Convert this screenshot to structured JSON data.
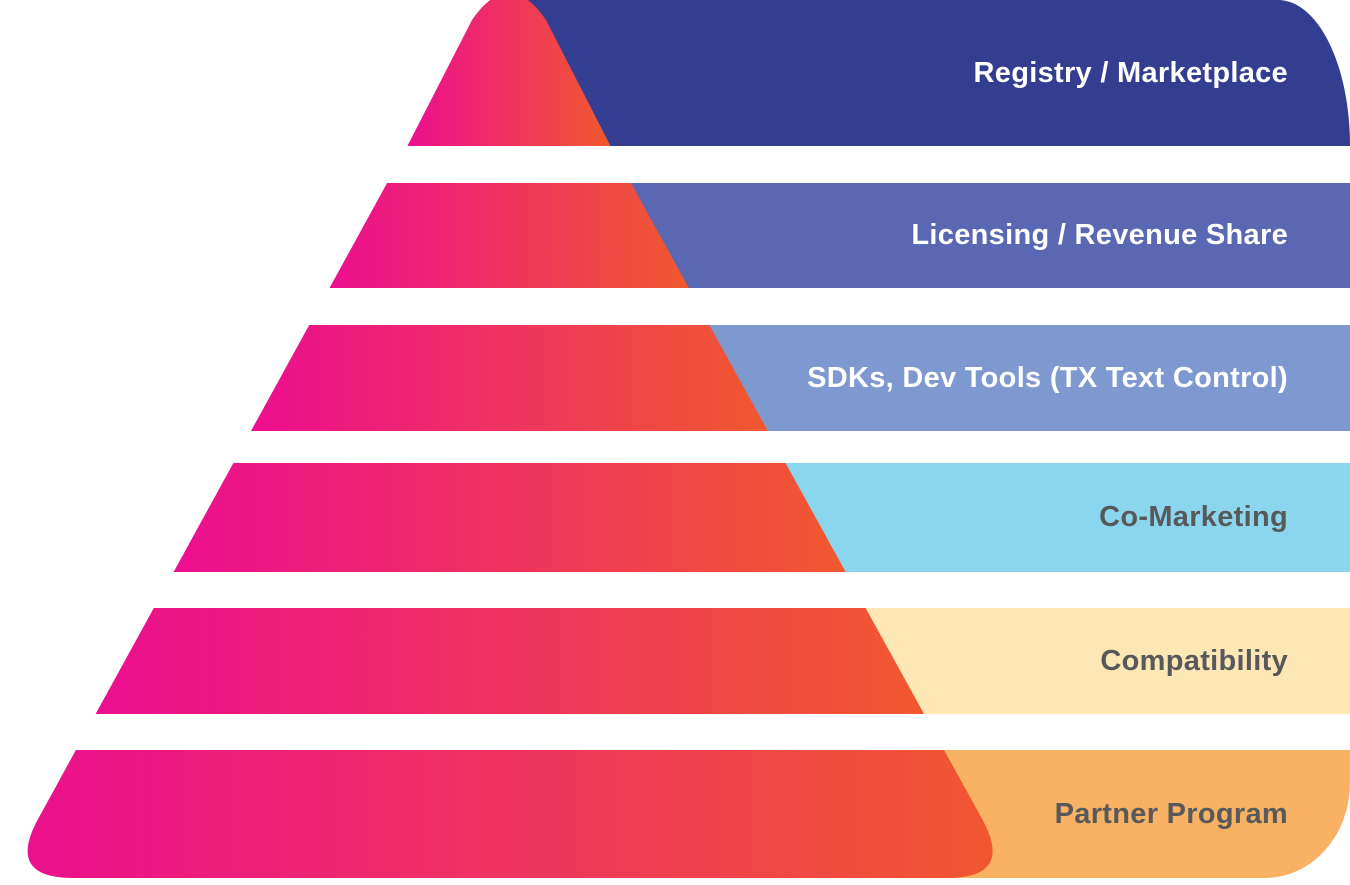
{
  "diagram": {
    "type": "pyramid",
    "levels": [
      {
        "label": "Registry / Marketplace",
        "band_color": "#343e90",
        "text_color": "#ffffff"
      },
      {
        "label": "Licensing / Revenue Share",
        "band_color": "#5a67b3",
        "text_color": "#ffffff"
      },
      {
        "label": "SDKs, Dev Tools (TX Text Control)",
        "band_color": "#7d99cf",
        "text_color": "#ffffff"
      },
      {
        "label": "Co-Marketing",
        "band_color": "#8bd6ef",
        "text_color": "#58595b"
      },
      {
        "label": "Compatibility",
        "band_color": "#fce7b5",
        "text_color": "#58595b"
      },
      {
        "label": "Partner Program",
        "band_color": "#f9b163",
        "text_color": "#58595b"
      }
    ],
    "pyramid": {
      "gradient_from": "#ec0e90",
      "gradient_to": "#f0592e"
    }
  }
}
